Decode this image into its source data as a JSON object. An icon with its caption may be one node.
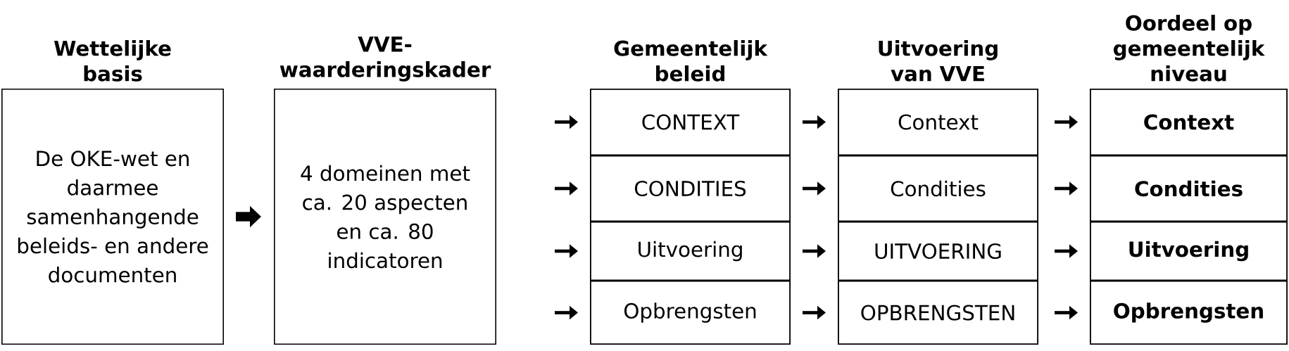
{
  "diagram": {
    "nodes": [
      {
        "text": [
          "Wettelijke basis",
          "De OKE-wet en daarmee samenhangende beleids- en andere documenten"
        ]
      },
      {
        "text": [
          "VVE-waarderingskader",
          "4 domeinen met ca. 20 aspecten en ca. 80 indicatoren"
        ]
      },
      {
        "text": [
          "Gemeentelijk beleid"
        ]
      },
      {
        "text": [
          "CONTEXT"
        ],
        "in": 2
      },
      {
        "text": [
          "CONDITIES"
        ],
        "in": 2
      },
      {
        "text": [
          "Uitvoering"
        ],
        "in": 2
      },
      {
        "text": [
          "Opbrengsten"
        ],
        "in": 2
      },
      {
        "text": [
          "Uitvoering van VVE"
        ]
      },
      {
        "text": [
          "Context"
        ],
        "in": 7
      },
      {
        "text": [
          "Condities"
        ],
        "in": 7
      },
      {
        "text": [
          "UITVOERING"
        ],
        "in": 7
      },
      {
        "text": [
          "OPBRENGSTEN"
        ],
        "in": 7
      },
      {
        "text": [
          "Oordeel op gemeentelijk niveau"
        ]
      },
      {
        "text": [
          "Context"
        ],
        "in": 12
      },
      {
        "text": [
          "Condities"
        ],
        "in": 12
      },
      {
        "text": [
          "Uitvoering"
        ],
        "in": 12
      },
      {
        "text": [
          "Opbrengsten"
        ],
        "in": 12
      }
    ],
    "edges": [
      {
        "from": 0,
        "to": 1,
        "arrow": "to",
        "style": "thick"
      },
      {
        "from": null,
        "to": 3,
        "arrow": "to"
      },
      {
        "from": null,
        "to": 4,
        "arrow": "to"
      },
      {
        "from": null,
        "to": 5,
        "arrow": "to"
      },
      {
        "from": null,
        "to": 6,
        "arrow": "to"
      },
      {
        "from": 3,
        "to": 8,
        "arrow": "to"
      },
      {
        "from": 4,
        "to": 9,
        "arrow": "to"
      },
      {
        "from": 5,
        "to": 10,
        "arrow": "to"
      },
      {
        "from": 6,
        "to": 11,
        "arrow": "to"
      },
      {
        "from": 8,
        "to": 13,
        "arrow": "to"
      },
      {
        "from": 9,
        "to": 14,
        "arrow": "to"
      },
      {
        "from": 10,
        "to": 15,
        "arrow": "to"
      },
      {
        "from": 11,
        "to": 16,
        "arrow": "to"
      }
    ]
  }
}
